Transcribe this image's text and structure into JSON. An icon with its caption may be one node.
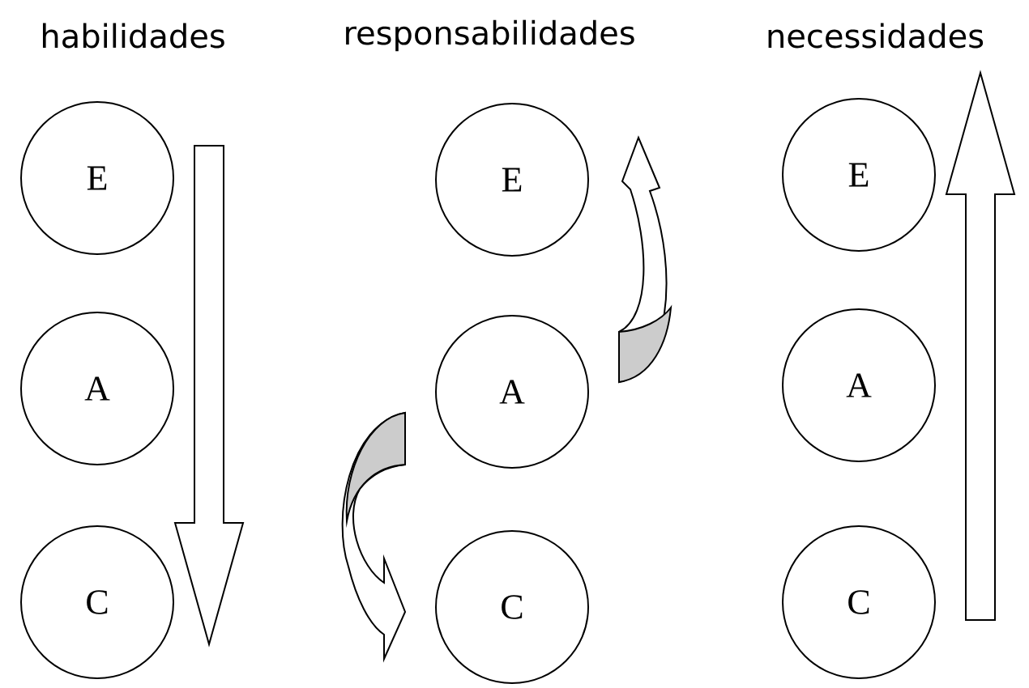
{
  "diagram": {
    "nodes": [
      {
        "text": [
          "E"
        ]
      },
      {
        "text": [
          "A"
        ]
      },
      {
        "text": [
          "C"
        ]
      },
      {
        "text": [
          "E"
        ]
      },
      {
        "text": [
          "A"
        ]
      },
      {
        "text": [
          "C"
        ]
      },
      {
        "text": [
          "E"
        ]
      },
      {
        "text": [
          "A"
        ]
      },
      {
        "text": [
          "C"
        ]
      }
    ],
    "edges": [
      {
        "from": 0,
        "to": 2,
        "arrow": "to"
      },
      {
        "from": 4,
        "to": 3,
        "arrow": "to"
      },
      {
        "from": 4,
        "to": 5,
        "arrow": "to"
      },
      {
        "from": 8,
        "to": 6,
        "arrow": "to"
      }
    ],
    "labels": [
      "habilidades",
      "responsabilidades",
      "necessidades"
    ]
  }
}
